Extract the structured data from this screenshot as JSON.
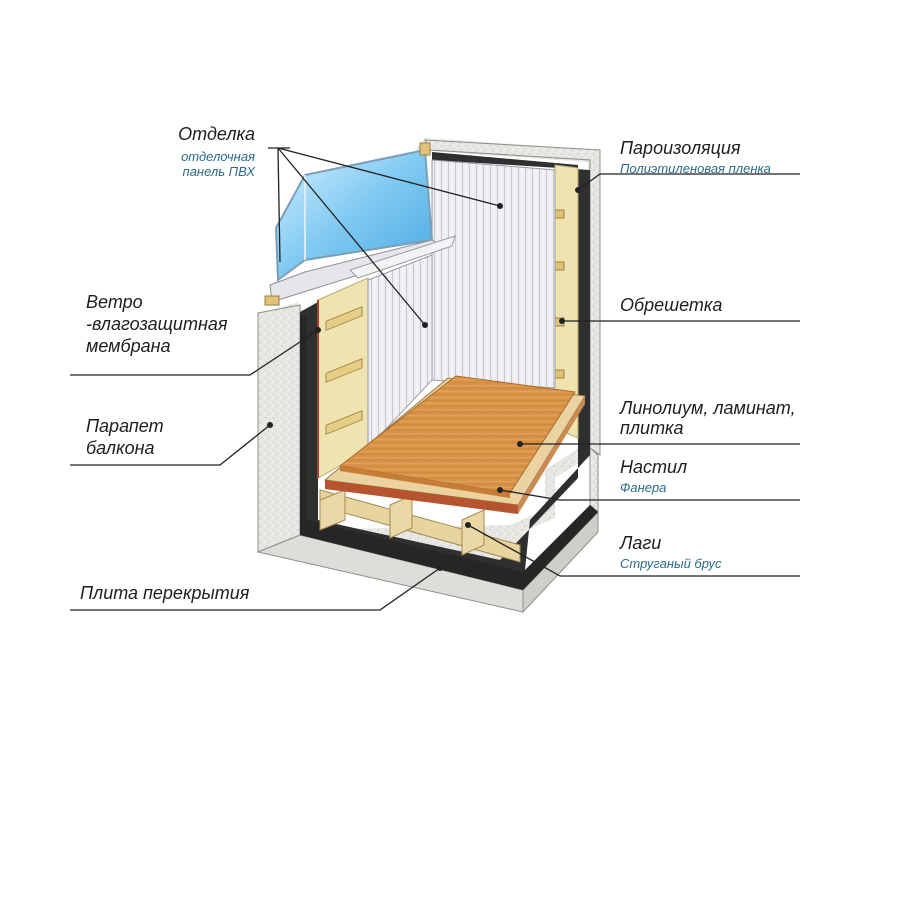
{
  "labels": {
    "otdelka": {
      "title": "Отделка",
      "sub_line1": "отделочная",
      "sub_line2": "панель ПВХ"
    },
    "membrane": {
      "line1": "Ветро",
      "line2": "-влагозащитная",
      "line3": "мембрана"
    },
    "parapet": {
      "line1": "Парапет",
      "line2": "балкона"
    },
    "slab": {
      "title": "Плита перекрытия"
    },
    "vapor": {
      "title": "Пароизоляция",
      "sub": "Полиэтиленовая пленка"
    },
    "lathing": {
      "title": "Обрешетка"
    },
    "flooring": {
      "line1": "Линолиум, ламинат,",
      "line2": "плитка"
    },
    "deck": {
      "title": "Настил",
      "sub": "Фанера"
    },
    "joists": {
      "title": "Лаги",
      "sub": "Струганый брус"
    }
  },
  "colors": {
    "concrete": "#e6e6e2",
    "membrane": "#2e2e2e",
    "insulation": "#efe6b4",
    "pvc_panel": "#ececf0",
    "glass": "#7cc7ef",
    "laminate": "#d9924a",
    "plywood": "#e9cf98",
    "joist": "#e8d6a2",
    "leader": "#222222",
    "sub_text": "#2c6a8a"
  }
}
